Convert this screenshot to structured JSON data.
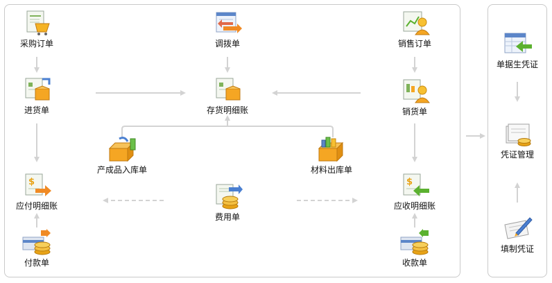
{
  "nodes": {
    "purchase_order": "采购订单",
    "transfer_order": "调拨单",
    "sales_order": "销售订单",
    "receipt": "进货单",
    "inventory_detail": "存货明细账",
    "delivery": "销货单",
    "product_inbound": "产成品入库单",
    "material_outbound": "材料出库单",
    "payable_detail": "应付明细账",
    "expense": "费用单",
    "receivable_detail": "应收明细账",
    "payment": "付款单",
    "collection": "收款单",
    "doc_voucher": "单据生凭证",
    "voucher_mgmt": "凭证管理",
    "fill_voucher": "填制凭证"
  },
  "icons": {
    "purchase_order": "cart-document-icon",
    "transfer_order": "transfer-arrows-icon",
    "sales_order": "chart-user-icon",
    "receipt": "box-document-icon",
    "inventory_detail": "box-document-icon",
    "delivery": "user-box-icon",
    "product_inbound": "open-box-icon",
    "material_outbound": "open-box-icon",
    "payable_detail": "dollar-arrow-icon",
    "expense": "coins-document-icon",
    "receivable_detail": "dollar-arrow-left-icon",
    "payment": "coins-card-icon",
    "collection": "coins-card-icon",
    "doc_voucher": "sheet-arrow-icon",
    "voucher_mgmt": "voucher-stack-icon",
    "fill_voucher": "pen-paper-icon"
  },
  "colors": {
    "arrow": "#d3d3d3",
    "orange": "#f5a623",
    "green": "#5bb12f",
    "blue": "#3f73c8"
  }
}
